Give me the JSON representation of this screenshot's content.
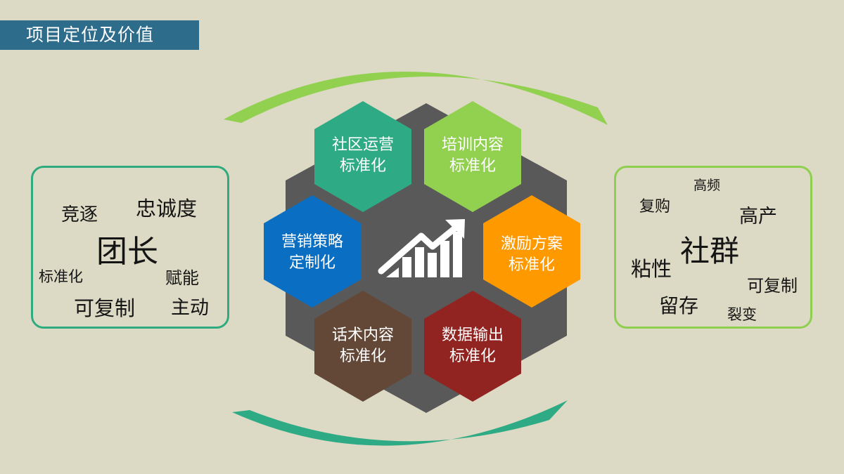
{
  "title": "项目定位及价值",
  "colors": {
    "background": "#dcd9c4",
    "title_bar": "#2e6c8c",
    "arc_top": "#92d050",
    "arc_bottom": "#2eab84",
    "hex_core": "#595959"
  },
  "left_box": {
    "main_word": "团长",
    "words": [
      "竞逐",
      "忠诚度",
      "标准化",
      "赋能",
      "可复制",
      "主动"
    ]
  },
  "right_box": {
    "main_word": "社群",
    "words": [
      "高频",
      "复购",
      "高产",
      "粘性",
      "可复制",
      "留存",
      "裂变"
    ]
  },
  "hexagons": [
    {
      "id": "community",
      "line1": "社区运营",
      "line2": "标准化",
      "color": "#2eab84"
    },
    {
      "id": "training",
      "line1": "培训内容",
      "line2": "标准化",
      "color": "#92d050"
    },
    {
      "id": "marketing",
      "line1": "营销策略",
      "line2": "定制化",
      "color": "#0a6fc2"
    },
    {
      "id": "incentive",
      "line1": "激励方案",
      "line2": "标准化",
      "color": "#ff9900"
    },
    {
      "id": "script",
      "line1": "话术内容",
      "line2": "标准化",
      "color": "#634838"
    },
    {
      "id": "data",
      "line1": "数据输出",
      "line2": "标准化",
      "color": "#912420"
    }
  ],
  "center_icon": "growth-chart-icon"
}
